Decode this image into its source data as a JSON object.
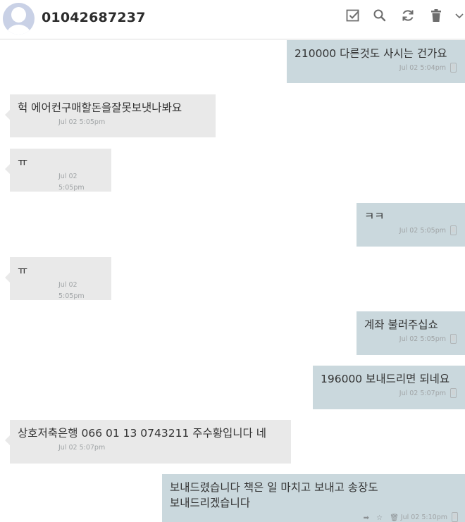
{
  "header": {
    "contact_name": "01042687237"
  },
  "toolbar": {
    "icons": [
      "select-checkbox-icon",
      "search-icon",
      "refresh-icon",
      "trash-icon",
      "chevron-down-icon"
    ]
  },
  "colors": {
    "incoming_bubble": "#e9e9e9",
    "outgoing_bubble": "#cad8dd",
    "timestamp": "#a0a4a6",
    "avatar": "#c9d1e6"
  },
  "messages": [
    {
      "direction": "out",
      "text": "210000 다른것도 사시는 건가요",
      "time": "Jul 02 5:04pm"
    },
    {
      "direction": "in",
      "text": "헉 에어컨구매할돈을잘못보냇나봐요",
      "time": "Jul 02 5:05pm"
    },
    {
      "direction": "in",
      "text": "ㅠ",
      "time": "Jul 02 5:05pm"
    },
    {
      "direction": "out",
      "text": "ㅋㅋ",
      "time": "Jul 02 5:05pm"
    },
    {
      "direction": "in",
      "text": "ㅠ",
      "time": "Jul 02 5:05pm"
    },
    {
      "direction": "out",
      "text": "계좌 불러주십쇼",
      "time": "Jul 02 5:05pm"
    },
    {
      "direction": "out",
      "text": "196000 보내드리면 되네요",
      "time": "Jul 02 5:07pm"
    },
    {
      "direction": "in",
      "text": "상호저축은행 066 01 13 0743211 주수황입니다 네",
      "time": "Jul 02 5:07pm"
    },
    {
      "direction": "out",
      "text": "보내드렸습니다 책은 일 마치고 보내고 송장도 보내드리겠습니다",
      "time": "Jul 02 5:10pm"
    }
  ]
}
